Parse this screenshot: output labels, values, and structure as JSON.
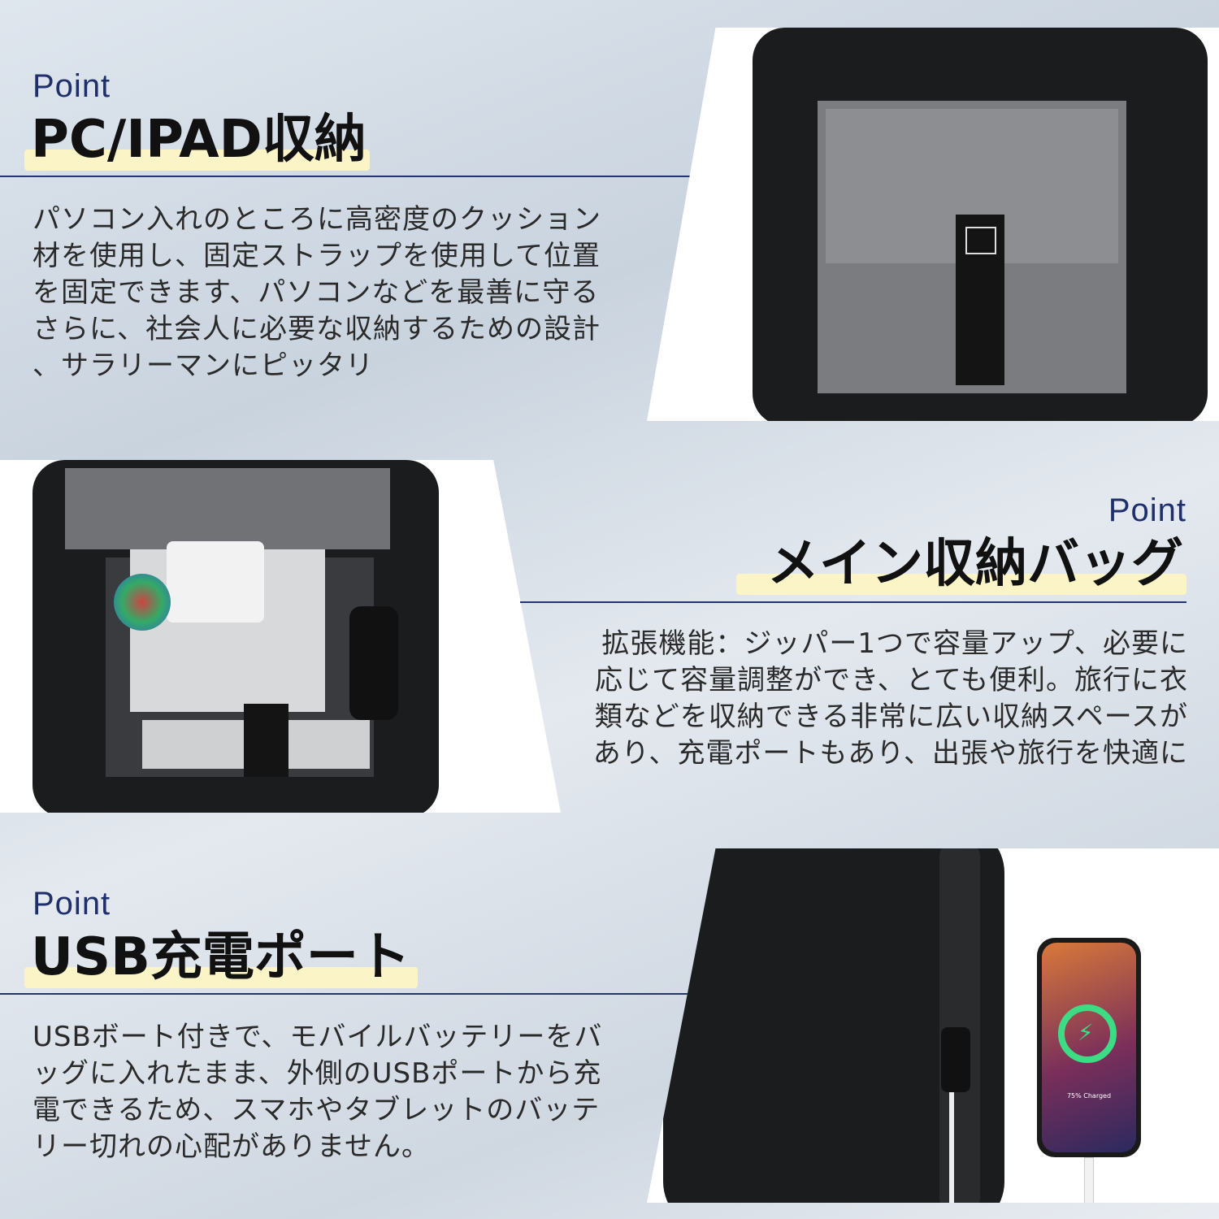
{
  "sections": [
    {
      "point": "Point",
      "title": "PC/IPAD収納",
      "lines": [
        "パソコン入れのところに高密度のクッション",
        "材を使用し、固定ストラップを使用して位置",
        "を固定できます、パソコンなどを最善に守る",
        "さらに、社会人に必要な収納するための設計",
        "、サラリーマンにピッタリ"
      ]
    },
    {
      "point": "Point",
      "title": "メイン収納バッグ",
      "lines": [
        "拡張機能：ジッパー1つで容量アップ、必要に",
        "応じて容量調整ができ、とても便利。旅行に衣",
        "類などを収納できる非常に広い収納スペースが",
        "あり、充電ポートもあり、出張や旅行を快適に"
      ]
    },
    {
      "point": "Point",
      "title": "USB充電ポート",
      "lines": [
        "USBボート付きで、モバイルバッテリーをバ",
        "ッグに入れたまま、外側のUSBポートから充",
        "電できるため、スマホやタブレットのバッテ",
        "リー切れの心配がありません。"
      ]
    }
  ],
  "phone": {
    "charge_label": "75% Charged"
  },
  "colors": {
    "accent": "#1f2f6b",
    "highlight": "#fbf4c6",
    "charge_ring": "#3ddc84"
  }
}
